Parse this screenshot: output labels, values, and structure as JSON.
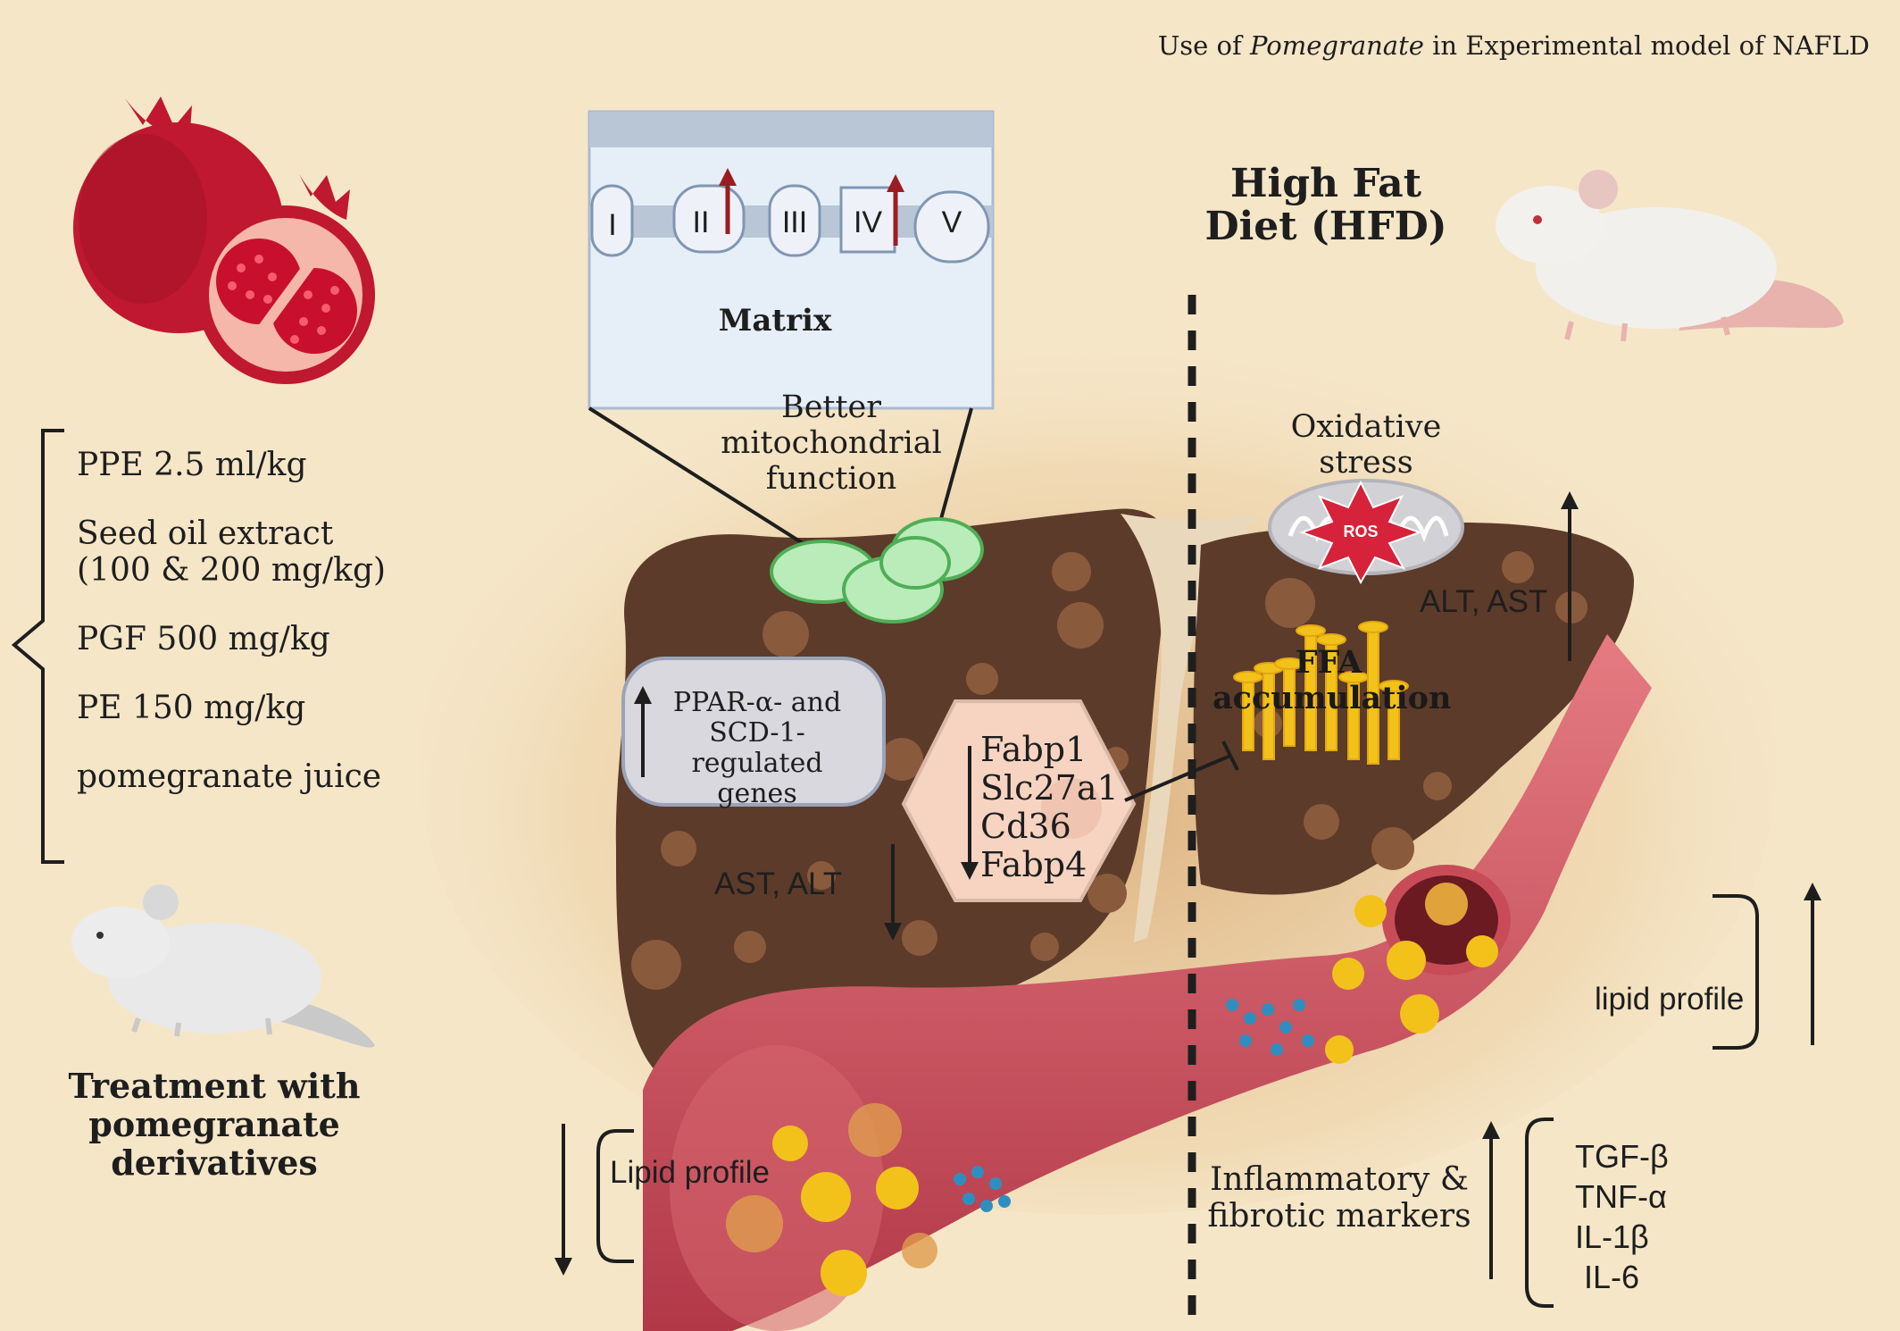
{
  "header": {
    "prefix": "Use of ",
    "species": "Pomegranate",
    "suffix": " in Experimental model of NAFLD"
  },
  "treatment": {
    "doses": [
      "PPE 2.5 ml/kg",
      "Seed oil extract (100 & 200 mg/kg)",
      "PGF 500 mg/kg",
      "PE 150 mg/kg",
      "pomegranate juice"
    ],
    "title": "Treatment with pomegranate derivatives"
  },
  "mitochondria": {
    "complexes": [
      "I",
      "II",
      "III",
      "IV",
      "V"
    ],
    "matrix_label": "Matrix",
    "function_label": "Better mitochondrial function"
  },
  "left_liver": {
    "ppar_label": "PPAR-α- and SCD-1-regulated genes",
    "enzymes": "AST, ALT",
    "genes": [
      "Fabp1",
      "Slc27a1",
      "Cd36",
      "Fabp4"
    ],
    "lipid_label": "Lipid profile"
  },
  "hfd": {
    "title": "High Fat Diet (HFD)",
    "oxidative": "Oxidative stress",
    "ros": "ROS",
    "enzymes": "ALT, AST",
    "ffa": "FFA accumulation",
    "lipid_label": "lipid profile",
    "inflammatory": "Inflammatory & fibrotic markers",
    "cytokines": [
      "TGF-β",
      "TNF-α",
      "IL-1β",
      "IL-6"
    ]
  },
  "colors": {
    "background": "#f5e6c8",
    "liver": "#5c3b2a",
    "vessel": "#c84c58",
    "mitochondria": "#74c97b",
    "fat": "#f2c21a",
    "pomegranate": "#c01830"
  }
}
